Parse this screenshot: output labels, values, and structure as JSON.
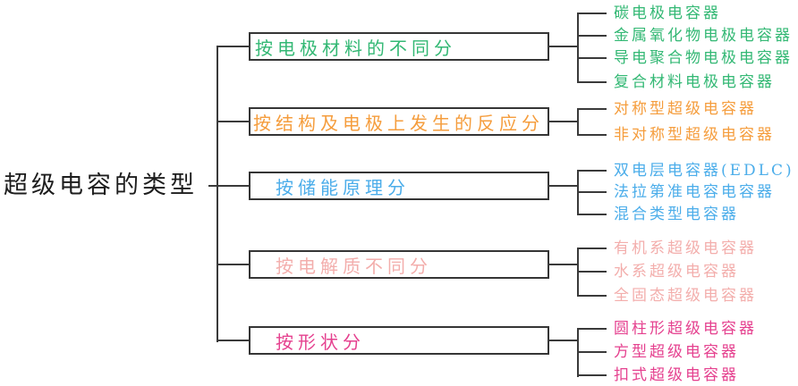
{
  "diagram_title": "超级电容的类型",
  "colors": {
    "line": "#3a3a3a",
    "box_border": "#353535",
    "root_text": "#1d1d1d",
    "background": "#ffffff"
  },
  "tree": {
    "root": {
      "label": "超级电容的类型"
    },
    "branches": [
      {
        "label": "按电极材料的不同分",
        "color": "#33b874",
        "leaves": [
          "碳电极电容器",
          "金属氧化物电极电容器",
          "导电聚合物电极电容器",
          "复合材料电极电容器"
        ]
      },
      {
        "label": "按结构及电极上发生的反应分",
        "color": "#f59d3d",
        "leaves": [
          "对称型超级电容器",
          "非对称型超级电容器"
        ]
      },
      {
        "label": "按储能原理分",
        "color": "#4badea",
        "leaves": [
          "双电层电容器(EDLC)",
          "法拉第准电容电容器",
          "混合类型电容器"
        ]
      },
      {
        "label": "按电解质不同分",
        "color": "#f3aeac",
        "leaves": [
          "有机系超级电容器",
          "水系超级电容器",
          "全固态超级电容器"
        ]
      },
      {
        "label": "按形状分",
        "color": "#e5418f",
        "leaves": [
          "圆柱形超级电容器",
          "方型超级电容器",
          "扣式超级电容器"
        ]
      }
    ]
  }
}
